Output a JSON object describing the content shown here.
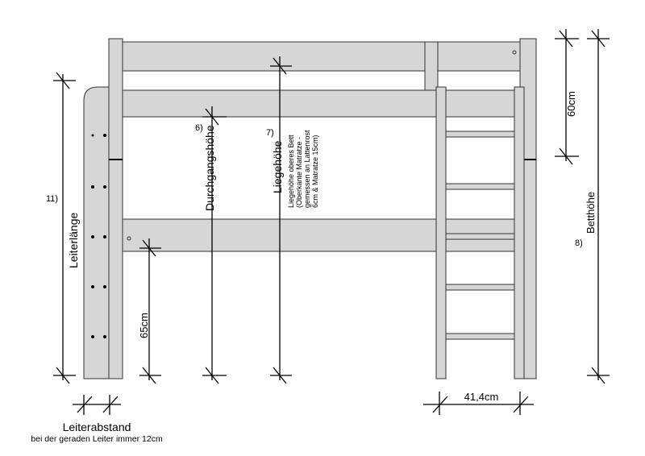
{
  "labels": {
    "ladder_length_num": "11)",
    "ladder_length": "Leiterlänge",
    "clear_65": "65cm",
    "passage_num": "6)",
    "passage_height": "Durchgangshöhe",
    "lying_num": "7)",
    "lying_height": "Liegehöhe",
    "lying_note": [
      "Liegehöhe oberes Bett",
      "(Oberkante Matratze -",
      "gemessen an Lattenrost",
      "6cm & Matratze 15cm)"
    ],
    "guard_60": "60cm",
    "bed_num": "8)",
    "bed_height": "Betthöhe",
    "ladder_width": "41,4cm",
    "ladder_spacing": "Leiterabstand",
    "ladder_spacing_note": "bei der geraden Leiter immer 12cm"
  },
  "colors": {
    "wood": "#d6d6d6",
    "outline": "#333333"
  }
}
